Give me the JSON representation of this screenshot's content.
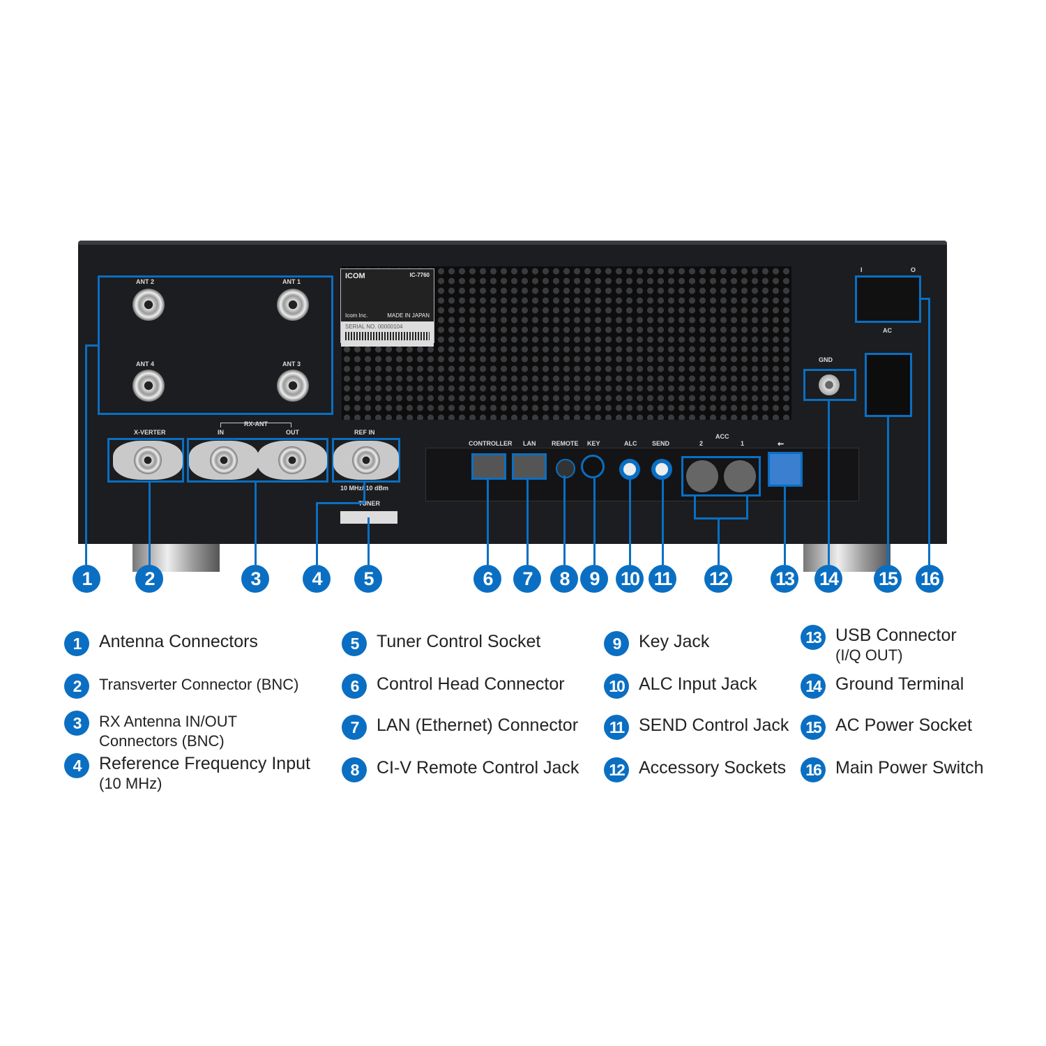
{
  "panel": {
    "brand": "ICOM",
    "model": "IC-7760",
    "maker": "Icom Inc.",
    "made_in": "MADE IN JAPAN",
    "serial_label": "SERIAL NO.",
    "serial": "00000104",
    "labels": {
      "ant2": "ANT 2",
      "ant1": "ANT 1",
      "ant4": "ANT 4",
      "ant3": "ANT 3",
      "xverter": "X-VERTER",
      "rxant": "RX-ANT",
      "rx_in": "IN",
      "rx_out": "OUT",
      "refin": "REF IN",
      "ref_spec": "10 MHz/-10 dBm",
      "tuner": "TUNER",
      "controller": "CONTROLLER",
      "lan": "LAN",
      "remote": "REMOTE",
      "key": "KEY",
      "alc": "ALC",
      "send": "SEND",
      "acc": "ACC",
      "acc2": "2",
      "acc1": "1",
      "gnd": "GND",
      "ac": "AC",
      "on": "I",
      "off": "O"
    }
  },
  "callouts": [
    "1",
    "2",
    "3",
    "4",
    "5",
    "6",
    "7",
    "8",
    "9",
    "10",
    "11",
    "12",
    "13",
    "14",
    "15",
    "16"
  ],
  "legend": [
    {
      "n": "1",
      "text": "Antenna Connectors"
    },
    {
      "n": "2",
      "text": "Transverter Connector (BNC)"
    },
    {
      "n": "3",
      "text": "RX Antenna IN/OUT",
      "sub": "Connectors (BNC)"
    },
    {
      "n": "4",
      "text": "Reference Frequency Input",
      "sub": "(10 MHz)"
    },
    {
      "n": "5",
      "text": "Tuner Control Socket"
    },
    {
      "n": "6",
      "text": "Control Head Connector"
    },
    {
      "n": "7",
      "text": "LAN (Ethernet) Connector"
    },
    {
      "n": "8",
      "text": "CI-V Remote Control Jack"
    },
    {
      "n": "9",
      "text": "Key Jack"
    },
    {
      "n": "10",
      "text": "ALC Input Jack"
    },
    {
      "n": "11",
      "text": "SEND Control Jack"
    },
    {
      "n": "12",
      "text": "Accessory Sockets"
    },
    {
      "n": "13",
      "text": "USB Connector",
      "sub": "(I/Q OUT)"
    },
    {
      "n": "14",
      "text": "Ground Terminal"
    },
    {
      "n": "15",
      "text": "AC Power Socket"
    },
    {
      "n": "16",
      "text": "Main Power Switch"
    }
  ],
  "colors": {
    "accent": "#0a6fc2"
  }
}
